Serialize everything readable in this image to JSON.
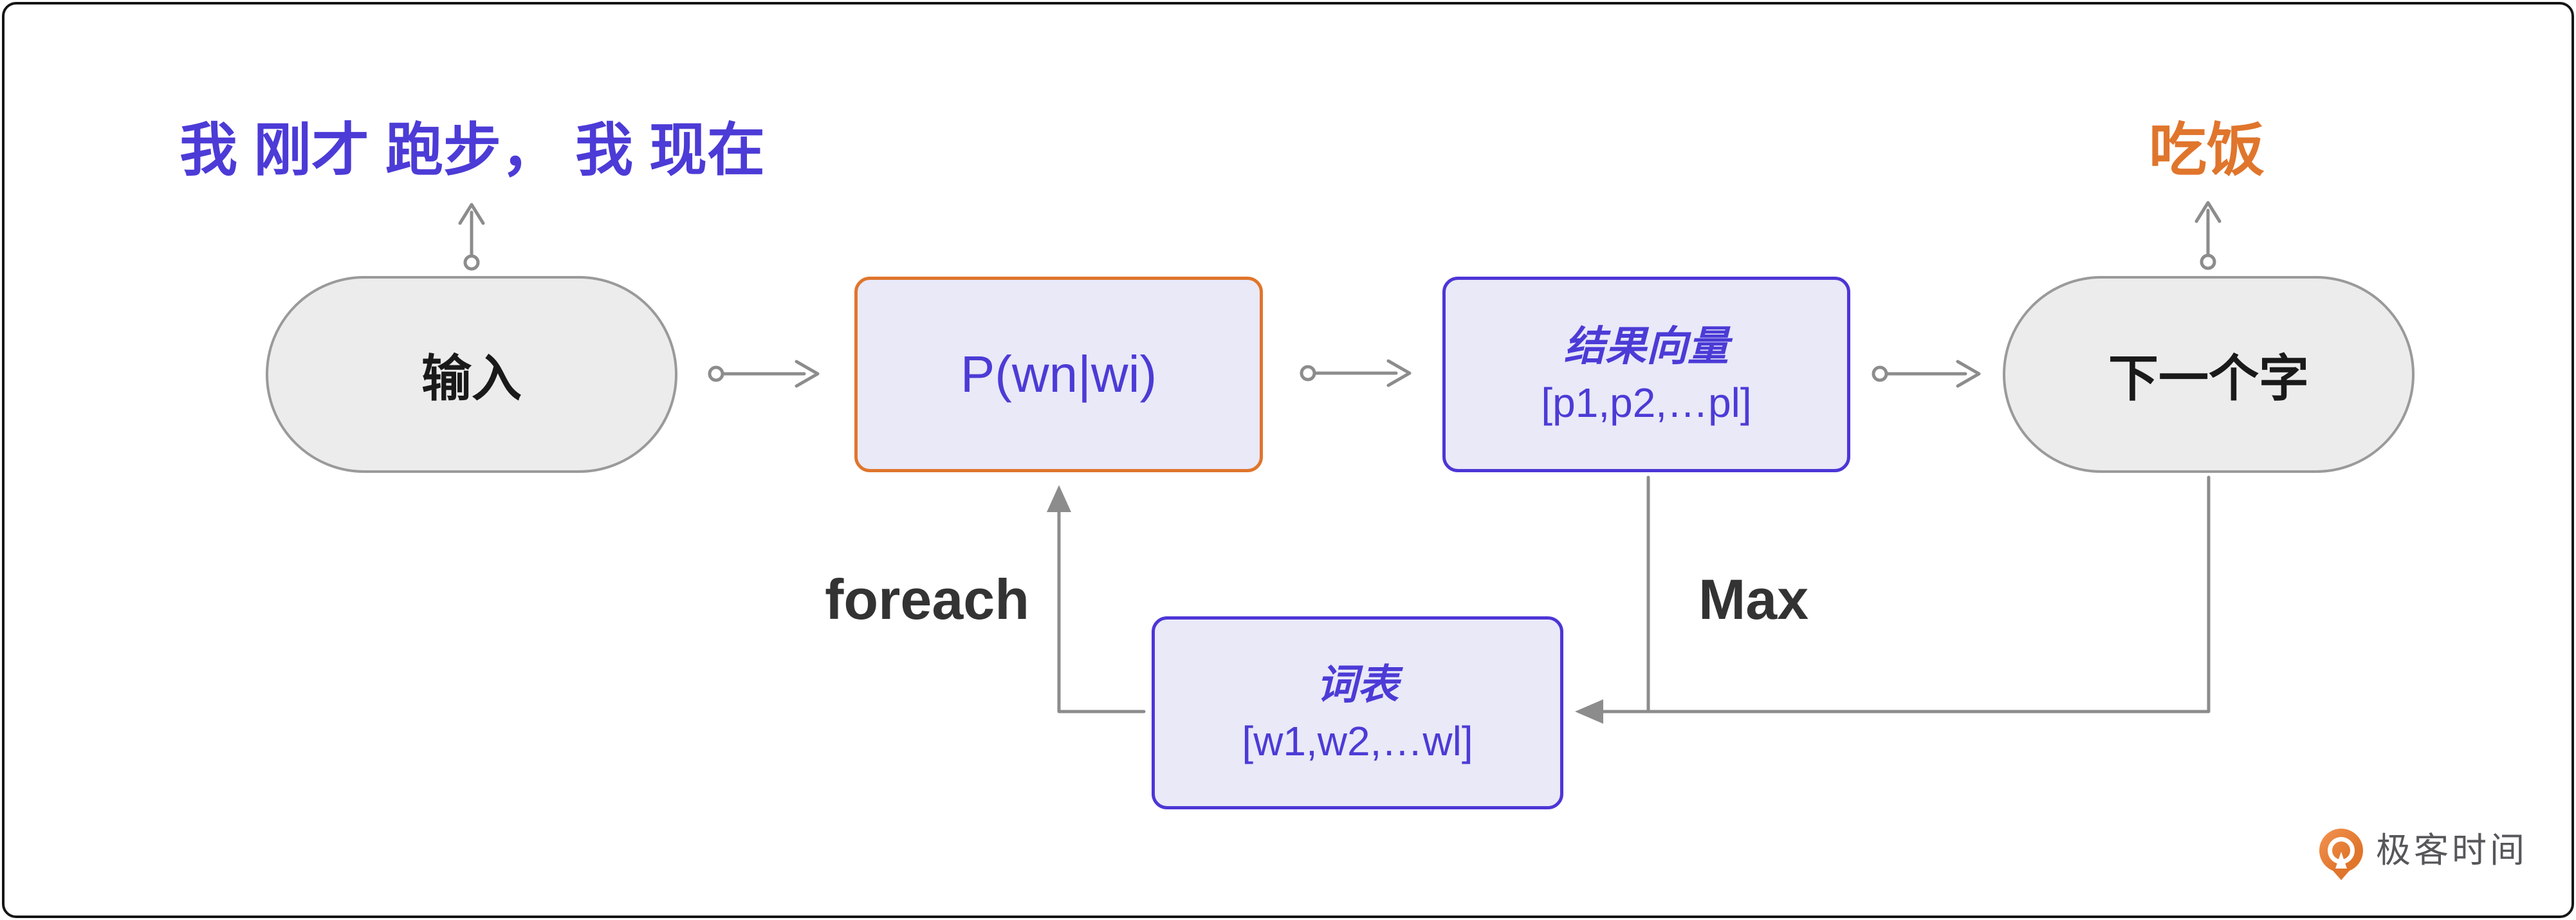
{
  "diagram": {
    "sentence": "我 刚才 跑步， 我 现在",
    "prediction": "吃饭",
    "nodes": {
      "input": {
        "label": "输入"
      },
      "model": {
        "label": "P(wn|wi)"
      },
      "result": {
        "title": "结果向量",
        "value": "[p1,p2,…pl]"
      },
      "next": {
        "label": "下一个字"
      },
      "vocab": {
        "title": "词表",
        "value": "[w1,w2,…wl]"
      }
    },
    "edges": {
      "loop_label": "foreach",
      "select_label": "Max"
    }
  },
  "logo": {
    "brand": "极客时间"
  },
  "colors": {
    "purple-text": "#4C3BD6",
    "purple-border": "#4C36D6",
    "orange": "#E0752C",
    "box-fill": "#E9E9F8",
    "pill-fill": "#ECECEC",
    "pill-border": "#9A9A9A",
    "line-gray": "#8C8C8C",
    "label-dark": "#333333",
    "frame-border": "#161616",
    "logo-text": "#57575B",
    "node-text": "#1A1A1A"
  }
}
